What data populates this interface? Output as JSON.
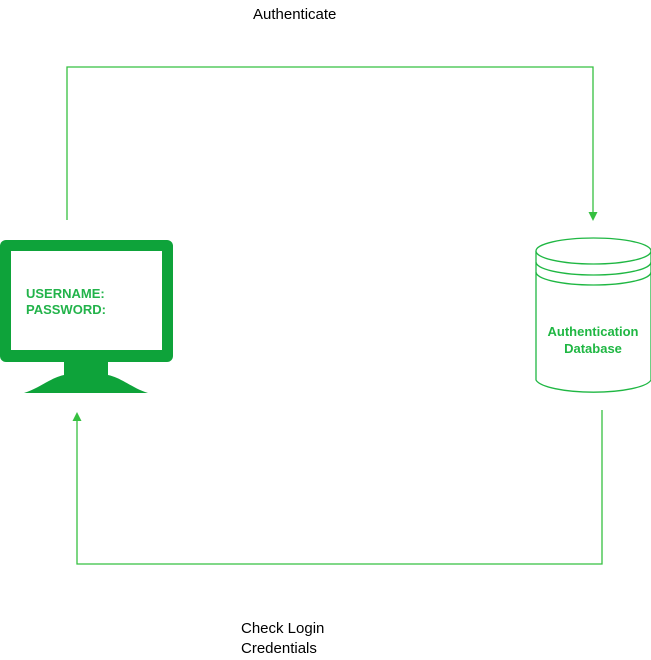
{
  "colors": {
    "accent": "#1fb743",
    "monitor": "#0ea33a",
    "line": "#35c040",
    "text_green": "#22b34a",
    "label": "#000000"
  },
  "edges": {
    "authenticate_label": "Authenticate",
    "check_label_line1": "Check Login",
    "check_label_line2": "Credentials"
  },
  "client": {
    "icon": "monitor-icon",
    "username_label": "USERNAME:",
    "password_label": "PASSWORD:"
  },
  "database": {
    "icon": "database-icon",
    "label_line1": "Authentication",
    "label_line2": "Database"
  }
}
